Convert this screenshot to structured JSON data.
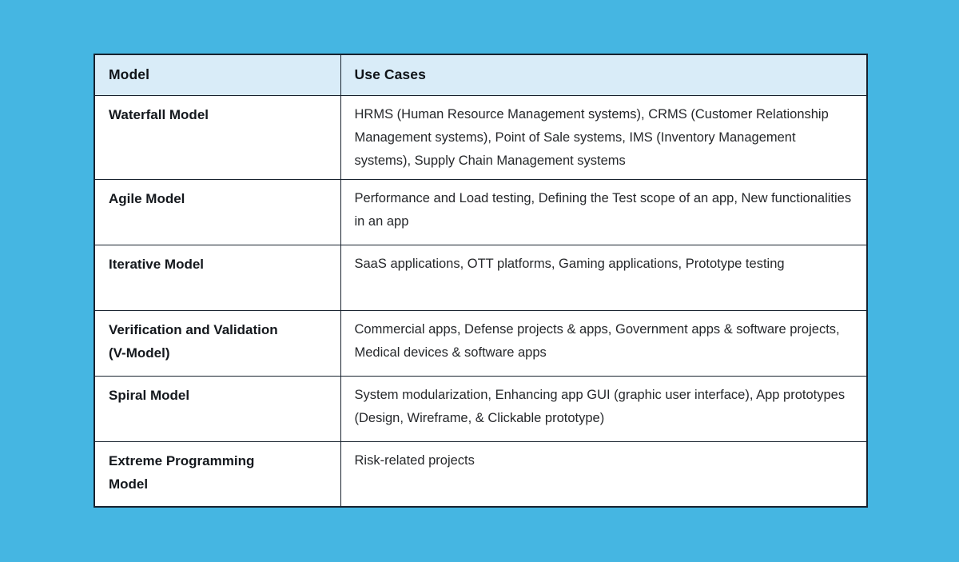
{
  "colors": {
    "page_background": "#45b6e2",
    "header_background": "#d9ecf8",
    "table_background": "#ffffff",
    "border": "#18222e",
    "heading_text": "#101419",
    "body_text": "#26282b"
  },
  "table": {
    "columns": [
      {
        "label": "Model"
      },
      {
        "label": "Use Cases"
      }
    ],
    "rows": [
      {
        "model": "Waterfall Model",
        "use_cases": "HRMS (Human Resource Management systems), CRMS (Customer Relationship Management systems), Point of Sale systems, IMS (Inventory Management systems), Supply Chain Management systems"
      },
      {
        "model": "Agile Model",
        "use_cases": "Performance and Load testing, Defining the Test scope of an app, New functionalities in an app"
      },
      {
        "model": "Iterative Model",
        "use_cases": "SaaS applications, OTT platforms, Gaming applications, Prototype testing"
      },
      {
        "model": "Verification and Validation (V-Model)",
        "use_cases": "Commercial apps, Defense projects & apps, Government apps & software projects, Medical devices & software apps"
      },
      {
        "model": "Spiral Model",
        "use_cases": "System modularization, Enhancing app GUI (graphic user interface), App prototypes (Design, Wireframe, & Clickable prototype)"
      },
      {
        "model": "Extreme Programming Model",
        "use_cases": "Risk-related projects"
      }
    ]
  }
}
